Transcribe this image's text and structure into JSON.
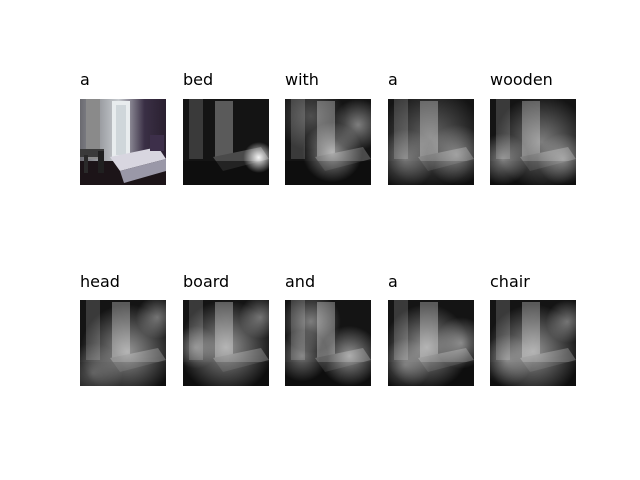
{
  "figure": {
    "words": [
      "a",
      "bed",
      "with",
      "a",
      "wooden",
      "head",
      "board",
      "and",
      "a",
      "chair"
    ]
  }
}
